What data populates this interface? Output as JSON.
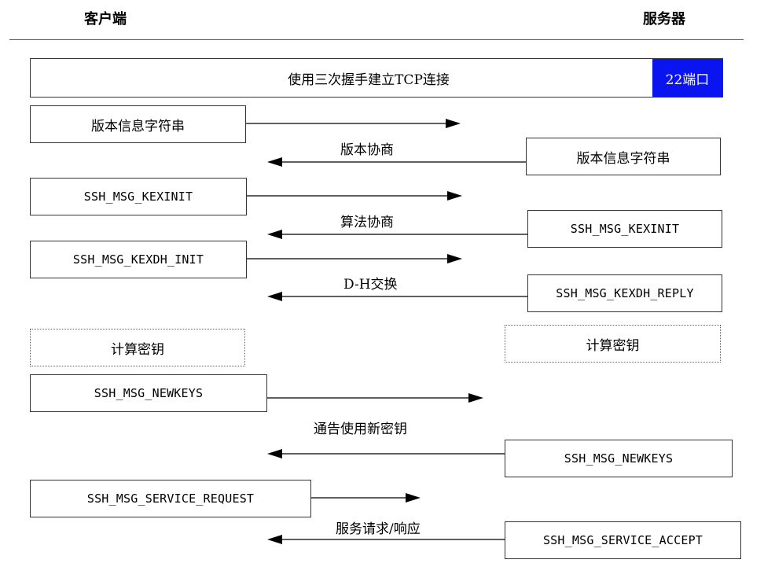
{
  "header": {
    "client": "客户端",
    "server": "服务器"
  },
  "tcp": {
    "text": "使用三次握手建立TCP连接",
    "port": "22端口"
  },
  "client_messages": [
    "版本信息字符串",
    "SSH_MSG_KEXINIT",
    "SSH_MSG_KEXDH_INIT",
    "计算密钥",
    "SSH_MSG_NEWKEYS",
    "SSH_MSG_SERVICE_REQUEST"
  ],
  "server_messages": [
    "版本信息字符串",
    "SSH_MSG_KEXINIT",
    "SSH_MSG_KEXDH_REPLY",
    "计算密钥",
    "SSH_MSG_NEWKEYS",
    "SSH_MSG_SERVICE_ACCEPT"
  ],
  "phases": [
    "版本协商",
    "算法协商",
    "D-H交换",
    "通告使用新密钥",
    "服务请求/响应"
  ],
  "colors": {
    "port_bg": "#0a14f0",
    "line": "#000000"
  }
}
